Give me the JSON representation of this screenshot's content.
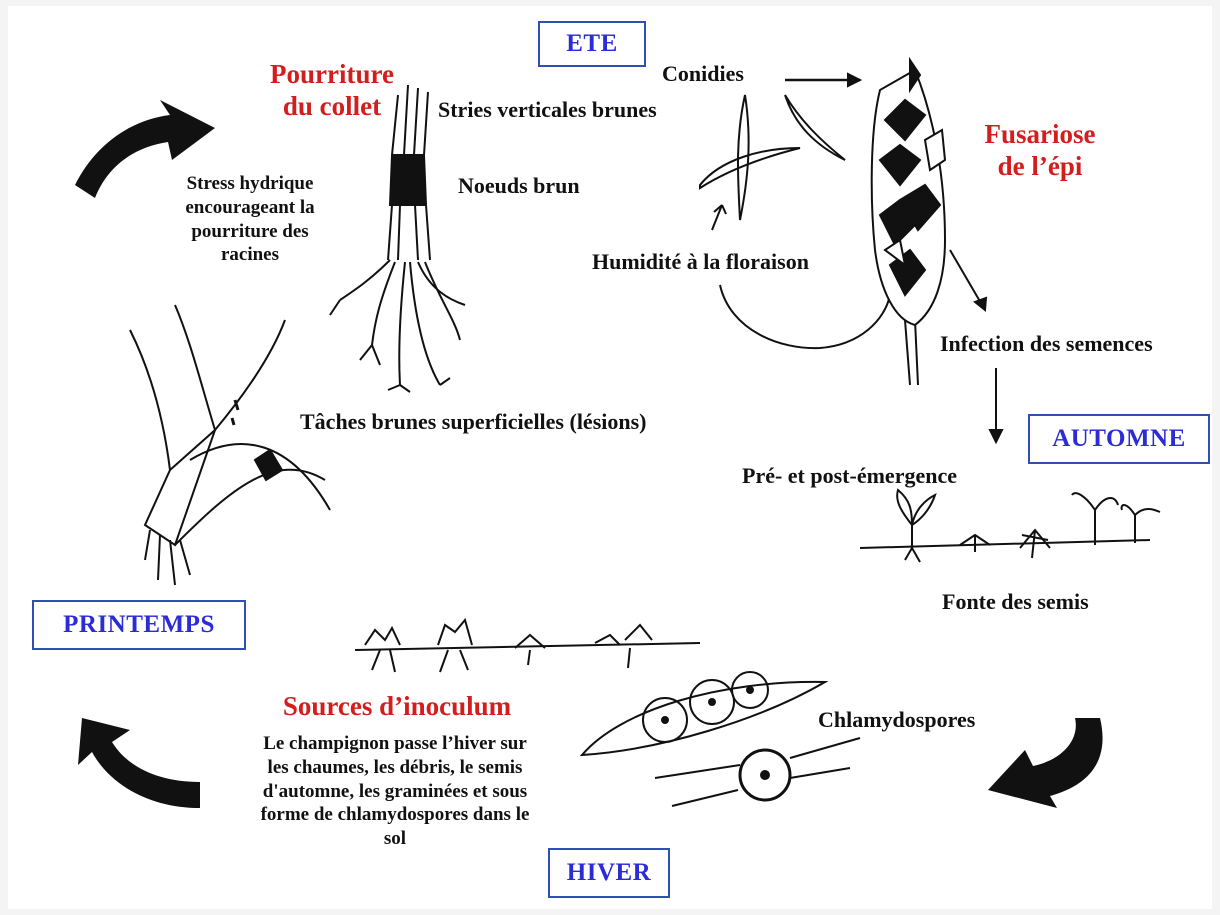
{
  "seasons": {
    "summer": "ETE",
    "autumn": "AUTOMNE",
    "winter": "HIVER",
    "spring": "PRINTEMPS"
  },
  "diseases": {
    "crown_rot_line1": "Pourriture",
    "crown_rot_line2": "du collet",
    "head_blight_line1": "Fusariose",
    "head_blight_line2": "de l’épi",
    "inoculum": "Sources d’inoculum"
  },
  "labels": {
    "stries": "Stries verticales brunes",
    "noeuds": "Noeuds brun",
    "conidies": "Conidies",
    "humidite": "Humidité à la floraison",
    "infection": "Infection des semences",
    "emergence": "Pré- et post-émergence",
    "fonte": "Fonte des semis",
    "chlamydospores": "Chlamydospores",
    "taches": "Tâches brunes superficielles (lésions)"
  },
  "stress_lines": [
    "Stress hydrique",
    "encourageant la",
    "pourriture des",
    "racines"
  ],
  "inoculum_lines": [
    "Le champignon passe l’hiver sur",
    "les chaumes, les débris, le semis",
    "d'automne, les graminées et sous",
    "forme de chlamydospores dans le",
    "sol"
  ],
  "colors": {
    "disease_red": "#d41e1e",
    "season_blue": "#2b2bd8",
    "ink": "#111111"
  }
}
